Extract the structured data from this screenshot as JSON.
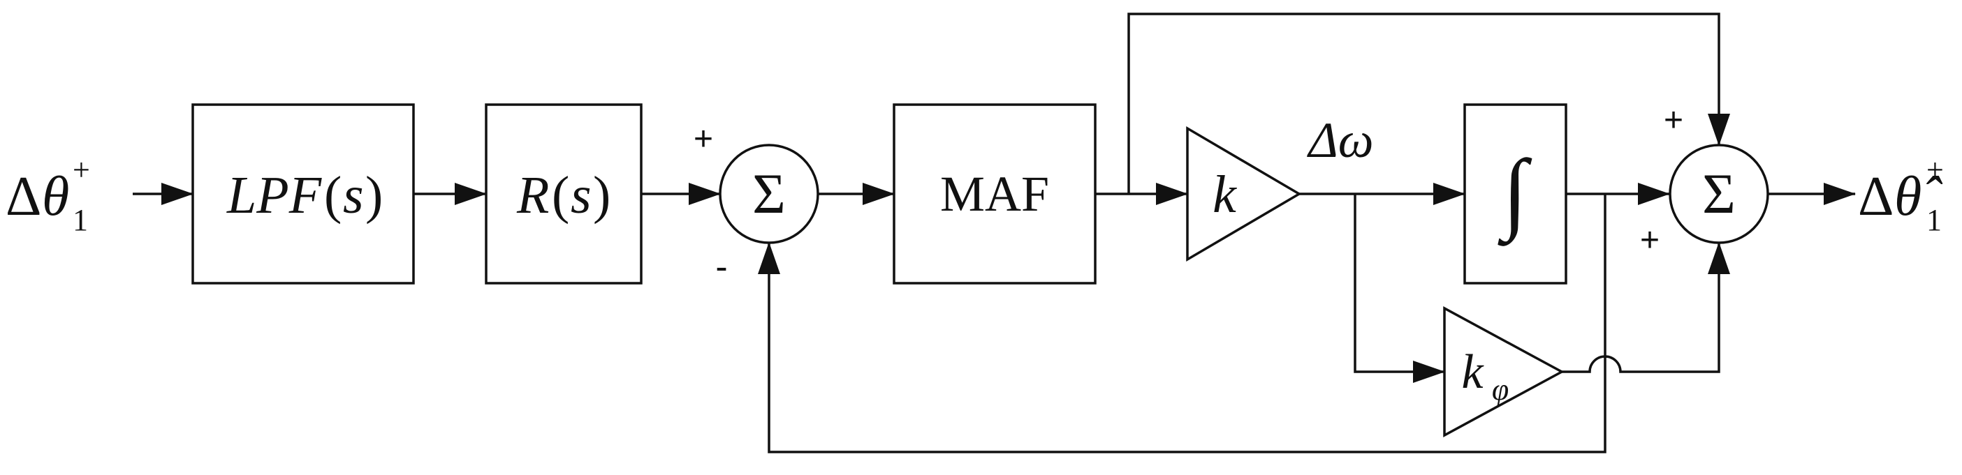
{
  "input_label": {
    "delta": "Δ",
    "theta": "θ",
    "sub": "1",
    "sup": "+"
  },
  "output_label": {
    "delta": "Δ",
    "theta": "θ̂",
    "sub": "1",
    "sup": "+"
  },
  "blocks": {
    "lpf": {
      "main": "LPF",
      "paren_open": "(",
      "arg": "s",
      "paren_close": ")"
    },
    "r": {
      "main": "R",
      "paren_open": "(",
      "arg": "s",
      "paren_close": ")"
    },
    "maf": "MAF",
    "integrator": "∫",
    "gain_k": "k",
    "gain_kphi": {
      "main": "k",
      "sub": "φ"
    }
  },
  "summing_junctions": {
    "sum1": {
      "symbol": "Σ",
      "sign_top": "+",
      "sign_bottom": "-"
    },
    "sum2": {
      "symbol": "Σ",
      "sign_top": "+",
      "sign_left": "+"
    }
  },
  "signals": {
    "delta_omega": "Δω"
  },
  "colors": {
    "stroke": "#111111",
    "background": "#ffffff"
  }
}
